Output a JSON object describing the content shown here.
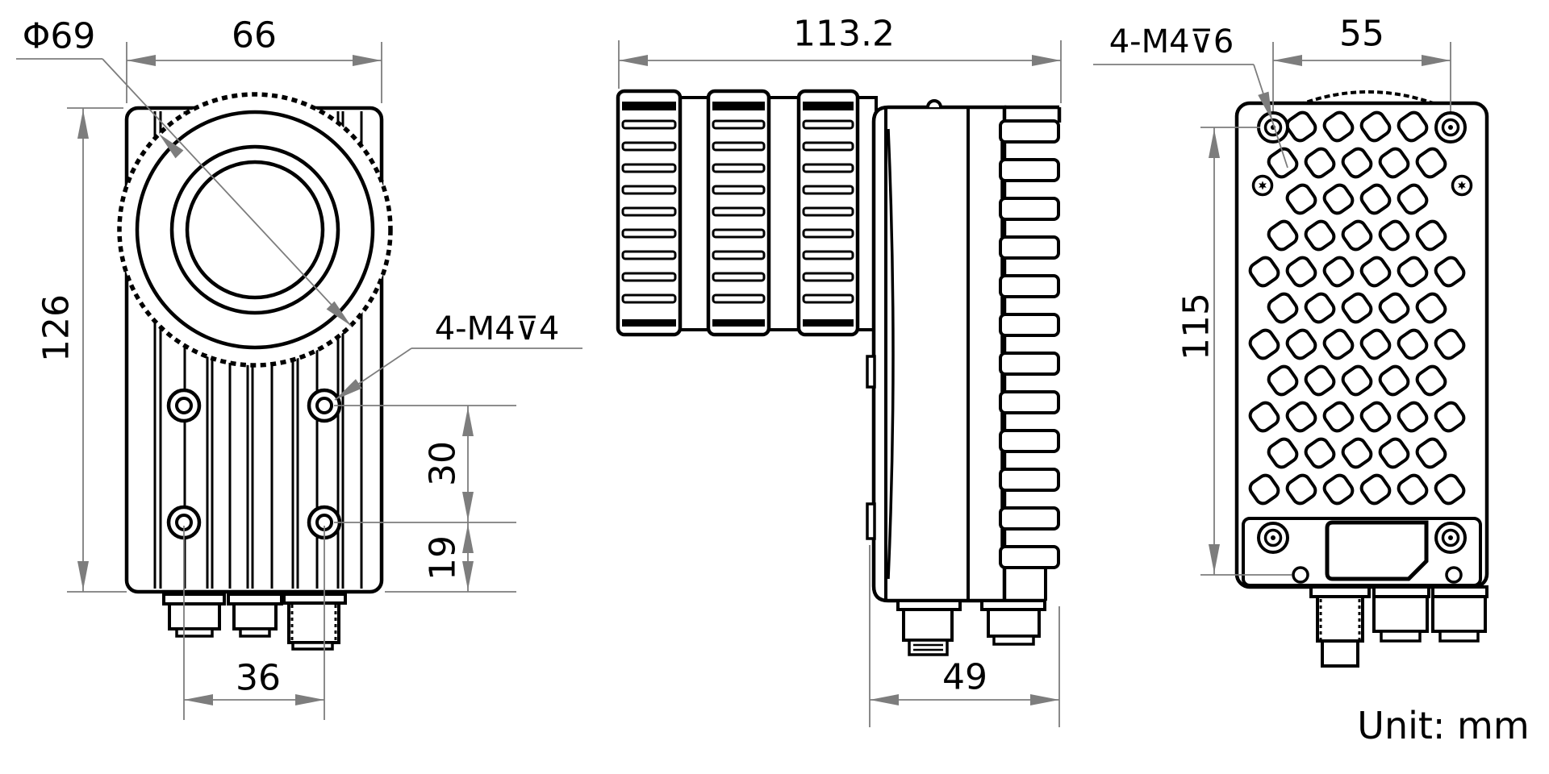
{
  "unit_label": "Unit: mm",
  "colors": {
    "line": "#000000",
    "dimension": "#7d7d7d",
    "background": "#ffffff"
  },
  "front_view": {
    "lens_diameter": "Φ69",
    "width": "66",
    "height": "126",
    "screw_spec": "4-M4⊽4",
    "hole_spacing_horizontal": "36",
    "hole_spacing_vertical": "30",
    "hole_bottom_offset": "19"
  },
  "side_view": {
    "length": "113.2",
    "depth": "49"
  },
  "back_view": {
    "screw_spec": "4-M4⊽6",
    "hole_spacing_horizontal": "55",
    "hole_spacing_vertical": "115"
  }
}
